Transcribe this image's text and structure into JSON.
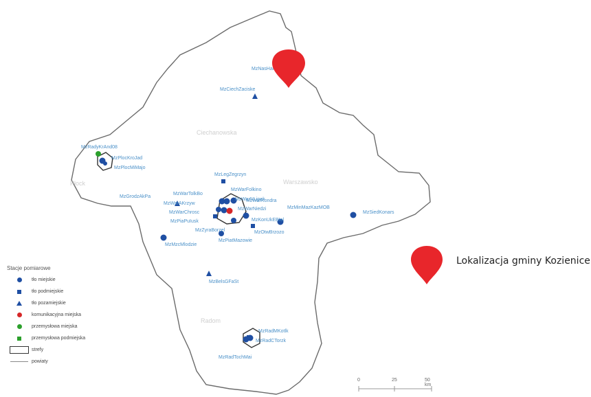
{
  "callout": {
    "label": "Lokalizacja gminy Kozienice",
    "color": "#e8262b"
  },
  "legend": {
    "title": "Stacje pomiarowe",
    "items": [
      {
        "symbol": "circle",
        "color": "#1f4fa3",
        "label": "tło miejskie"
      },
      {
        "symbol": "square",
        "color": "#1f4fa3",
        "label": "tło podmiejskie"
      },
      {
        "symbol": "triangle",
        "color": "#1f4fa3",
        "label": "tło pozamiejskie"
      },
      {
        "symbol": "circle",
        "color": "#d62728",
        "label": "komunikacyjna miejska"
      },
      {
        "symbol": "circle",
        "color": "#2ca02c",
        "label": "przemysłowa miejska"
      },
      {
        "symbol": "square",
        "color": "#2ca02c",
        "label": "przemysłowa podmiejska"
      },
      {
        "symbol": "zone",
        "color": "#333333",
        "label": "strefy"
      },
      {
        "symbol": "line",
        "color": "#888888",
        "label": "powiaty"
      }
    ]
  },
  "scale": {
    "ticks": [
      "0",
      "25",
      "50 km"
    ]
  },
  "stations": [
    {
      "label": "MzPlocKroJad"
    },
    {
      "label": "MzPlocMiMajo"
    },
    {
      "label": "MzRadyKrAnd08"
    },
    {
      "label": "MzCiechZaciske"
    },
    {
      "label": "MzLegZegrzyn"
    },
    {
      "label": "MzWarFolkino"
    },
    {
      "label": "MzWarNLipek"
    },
    {
      "label": "MzWarTolkBo"
    },
    {
      "label": "MzWarAKrzyw"
    },
    {
      "label": "MzWarChrosc"
    },
    {
      "label": "MzPiaPuIusk"
    },
    {
      "label": "MzMinMazKazMOB"
    },
    {
      "label": "MzSiedKonars"
    },
    {
      "label": "MzGrodzAkPa"
    },
    {
      "label": "MzZyraBorzel"
    },
    {
      "label": "MzWarKondra"
    },
    {
      "label": "MzWarNiedzi"
    },
    {
      "label": "MzKonUkEBIel"
    },
    {
      "label": "MzOtwBrzozo"
    },
    {
      "label": "MzMzcMlodzie"
    },
    {
      "label": "MzRadMKotlk"
    },
    {
      "label": "MzRadCTorzk"
    },
    {
      "label": "MzBelsGFaSt"
    },
    {
      "label": "MzPiatMazowie"
    },
    {
      "label": "MzRadTochMai"
    },
    {
      "label": "MzNasHal"
    }
  ],
  "background_text": [
    {
      "label": "Ciechanowska"
    },
    {
      "label": "Warszawsko"
    },
    {
      "label": "Płock"
    },
    {
      "label": "Radom"
    }
  ]
}
